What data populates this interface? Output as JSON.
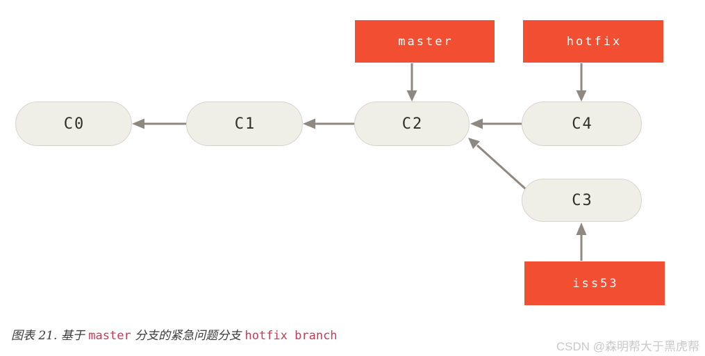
{
  "diagram": {
    "type": "git-commit-graph",
    "branch_labels": [
      {
        "id": "master",
        "label": "master",
        "points_to": "C2"
      },
      {
        "id": "hotfix",
        "label": "hotfix",
        "points_to": "C4"
      },
      {
        "id": "iss53",
        "label": "iss53",
        "points_to": "C3"
      }
    ],
    "commits": [
      {
        "id": "C0",
        "label": "C0"
      },
      {
        "id": "C1",
        "label": "C1"
      },
      {
        "id": "C2",
        "label": "C2"
      },
      {
        "id": "C3",
        "label": "C3"
      },
      {
        "id": "C4",
        "label": "C4"
      }
    ],
    "edges": [
      "C1->C0",
      "C2->C1",
      "C4->C2",
      "C3->C2",
      "master->C2",
      "hotfix->C4",
      "iss53->C3"
    ]
  },
  "caption": {
    "figure_label": "图表 21. ",
    "text_before_code1": "基于 ",
    "code1": "master",
    "text_between": " 分支的紧急问题分支 ",
    "code2": "hotfix branch"
  },
  "watermark": "CSDN @森明帮大于黑虎帮",
  "colors": {
    "branch_bg": "#f14e32",
    "branch_text": "#ffffff",
    "node_bg": "#efeee7",
    "node_border": "#d6d5cc",
    "node_text": "#2f2e29",
    "arrow": "#8e8880",
    "caption_text": "#3a3a3a",
    "caption_code": "#c53b55",
    "watermark_text": "#c9c9c9"
  }
}
